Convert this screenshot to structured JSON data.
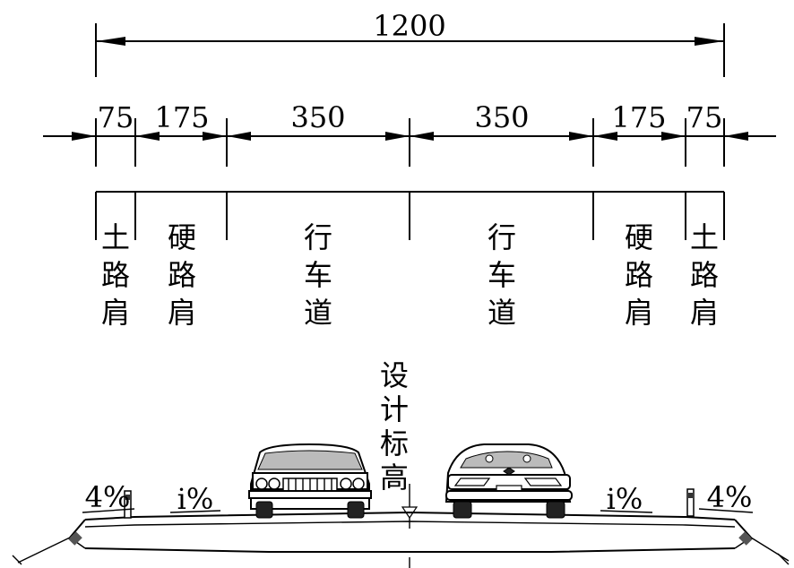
{
  "total_width": {
    "value": "1200"
  },
  "segments": [
    {
      "width": "75",
      "label": "土路肩"
    },
    {
      "width": "175",
      "label": "硬路肩"
    },
    {
      "width": "350",
      "label": "行车道"
    },
    {
      "width": "350",
      "label": "行车道"
    },
    {
      "width": "175",
      "label": "硬路肩"
    },
    {
      "width": "75",
      "label": "土路肩"
    }
  ],
  "design_elevation_label": "设计标高",
  "slopes": {
    "left_outer": "4%",
    "left_inner": "i%",
    "right_inner": "i%",
    "right_outer": "4%"
  }
}
